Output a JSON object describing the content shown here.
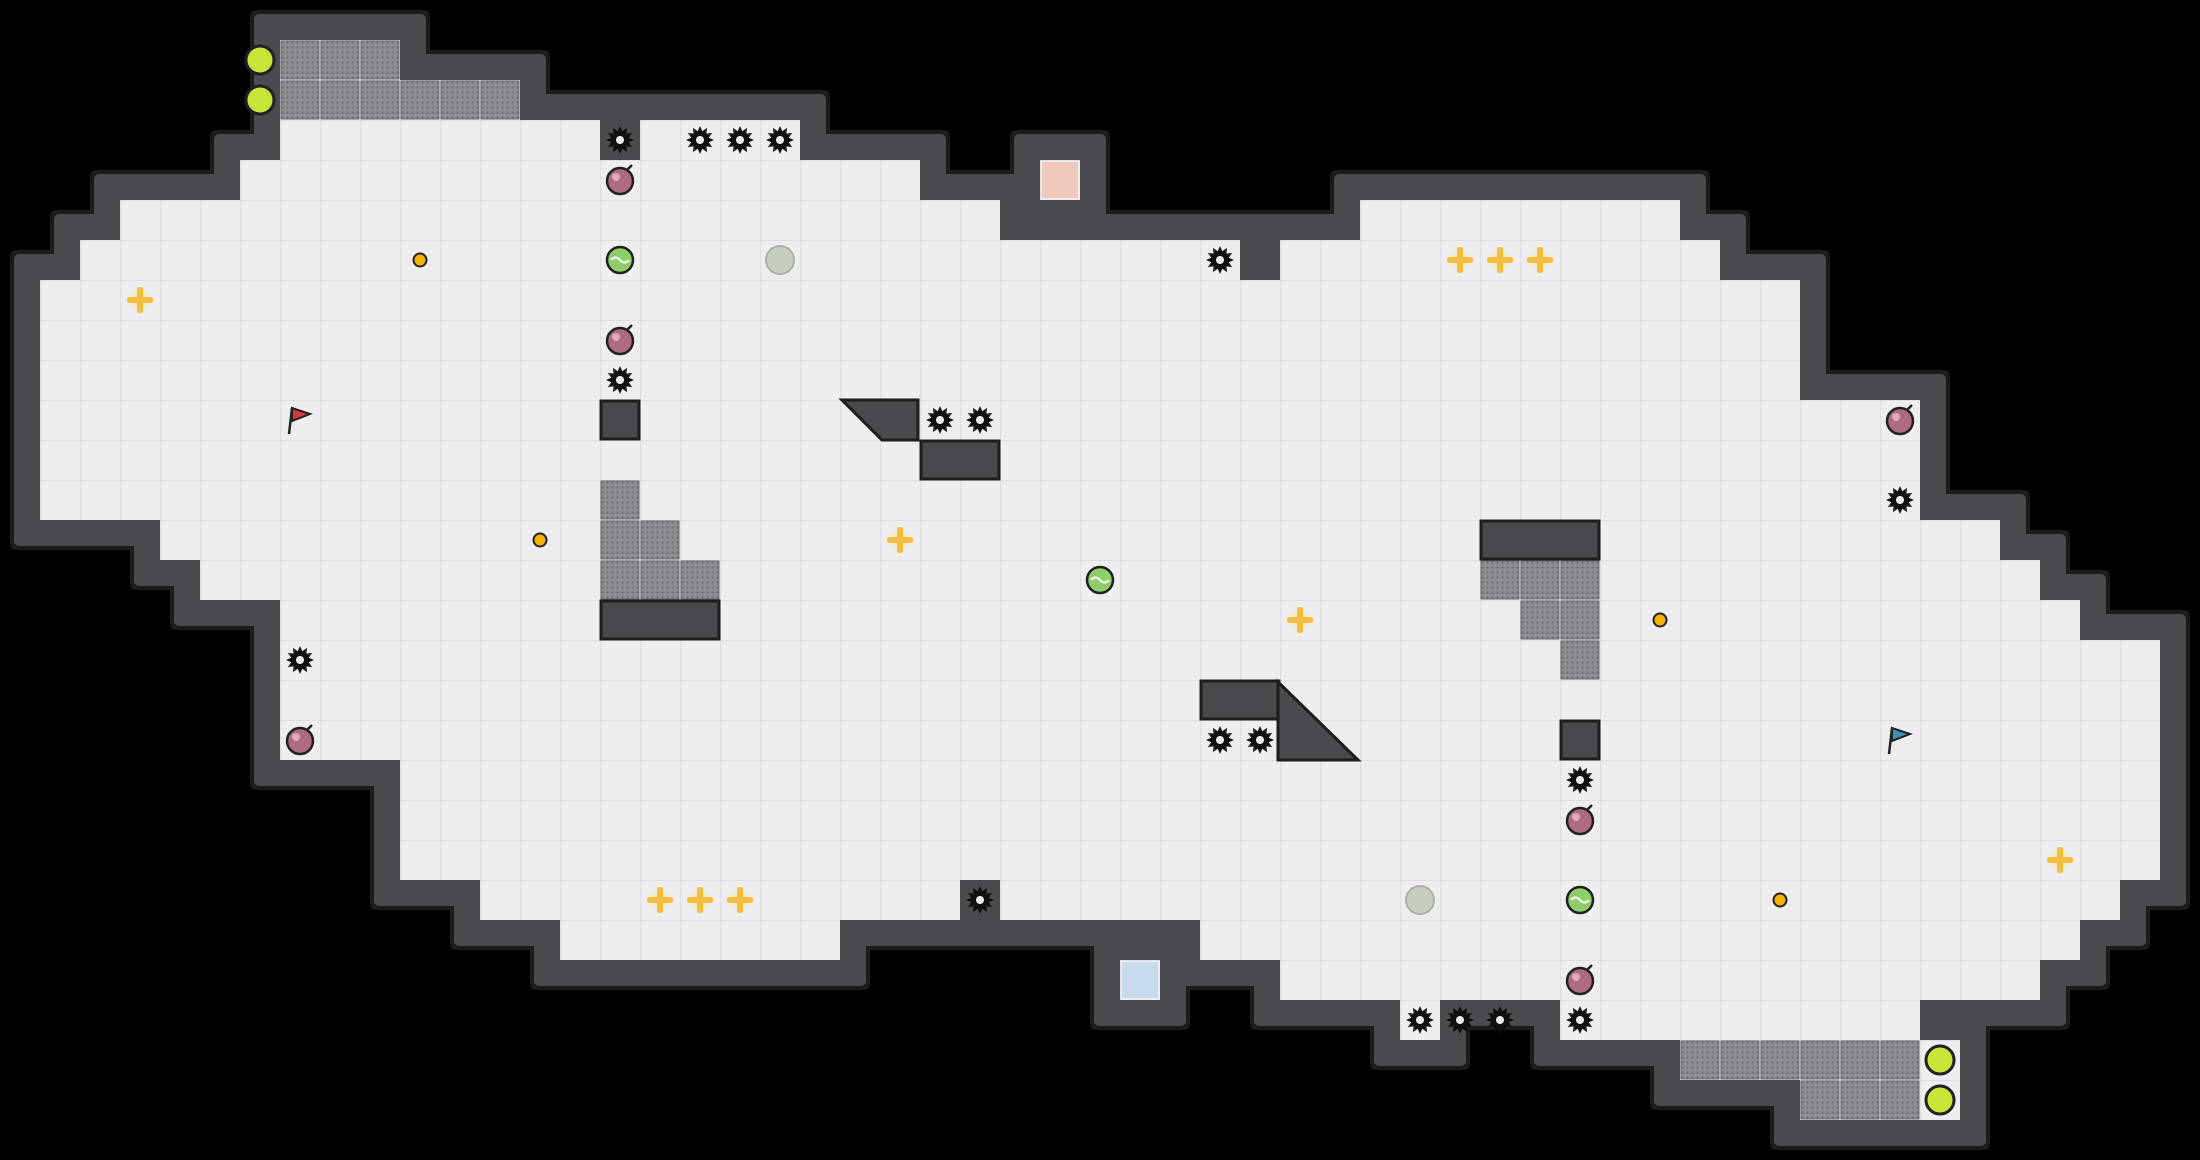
{
  "map": {
    "grid": {
      "cols": 55,
      "rows": 29
    },
    "colors": {
      "background": "#000000",
      "floor": "#eeeef0",
      "floor_line": "#d9d9de",
      "wall": "#4a4a4e",
      "wall_stroke": "#1c1c1e",
      "mesh": "#8e8e92",
      "spike": "#111111",
      "bomb": "#b06a85",
      "boost": "#8fcf6a",
      "slot": "#c6e63a",
      "gate_ghost": "#c5cec0",
      "coin": "#f2b400",
      "cross": "#f5c042",
      "red_flag": "#d9373f",
      "blue_flag": "#3c8fb3",
      "red_pad": "#efc9bc",
      "blue_pad": "#c6dced"
    },
    "entities": {
      "red_flag": {
        "icon": "flag-icon",
        "team": "red",
        "cell": [
          7,
          10
        ]
      },
      "blue_flag": {
        "icon": "flag-icon",
        "team": "blue",
        "cell": [
          47,
          18
        ]
      },
      "red_pad": {
        "icon": "endzone-pad",
        "team": "red",
        "cell": [
          26,
          4
        ]
      },
      "blue_pad": {
        "icon": "endzone-pad",
        "team": "blue",
        "cell": [
          28,
          24
        ]
      },
      "spikes": {
        "icon": "spike-icon",
        "cells": [
          [
            15,
            3
          ],
          [
            17,
            3
          ],
          [
            18,
            3
          ],
          [
            19,
            3
          ],
          [
            15,
            9
          ],
          [
            23,
            10
          ],
          [
            24,
            10
          ],
          [
            30,
            6
          ],
          [
            47,
            12
          ],
          [
            7,
            16
          ],
          [
            30,
            18
          ],
          [
            31,
            18
          ],
          [
            39,
            19
          ],
          [
            24,
            22
          ],
          [
            35,
            25
          ],
          [
            36,
            25
          ],
          [
            37,
            25
          ],
          [
            39,
            25
          ]
        ]
      },
      "bombs": {
        "icon": "bomb-icon",
        "cells": [
          [
            15,
            4
          ],
          [
            15,
            8
          ],
          [
            47,
            10
          ],
          [
            7,
            18
          ],
          [
            39,
            20
          ],
          [
            39,
            24
          ]
        ]
      },
      "boosts": {
        "icon": "boost-icon",
        "cells": [
          [
            15,
            6
          ],
          [
            27,
            14
          ],
          [
            39,
            22
          ]
        ]
      },
      "gates": {
        "icon": "gate-marker",
        "cells": [
          [
            19,
            6
          ],
          [
            35,
            22
          ]
        ]
      },
      "coins": {
        "icon": "coin-icon",
        "cells": [
          [
            10,
            6
          ],
          [
            13,
            13
          ],
          [
            41,
            15
          ],
          [
            44,
            22
          ]
        ]
      },
      "powerups": {
        "icon": "powerup-icon",
        "cells": [
          [
            3,
            7
          ],
          [
            22,
            13
          ],
          [
            32,
            15
          ],
          [
            36,
            6
          ],
          [
            37,
            6
          ],
          [
            38,
            6
          ],
          [
            16,
            22
          ],
          [
            17,
            22
          ],
          [
            18,
            22
          ],
          [
            51,
            21
          ]
        ]
      },
      "team_slots": {
        "icon": "team-slot",
        "cells": [
          [
            6,
            1
          ],
          [
            6,
            2
          ],
          [
            48,
            26
          ],
          [
            48,
            27
          ]
        ]
      }
    }
  }
}
